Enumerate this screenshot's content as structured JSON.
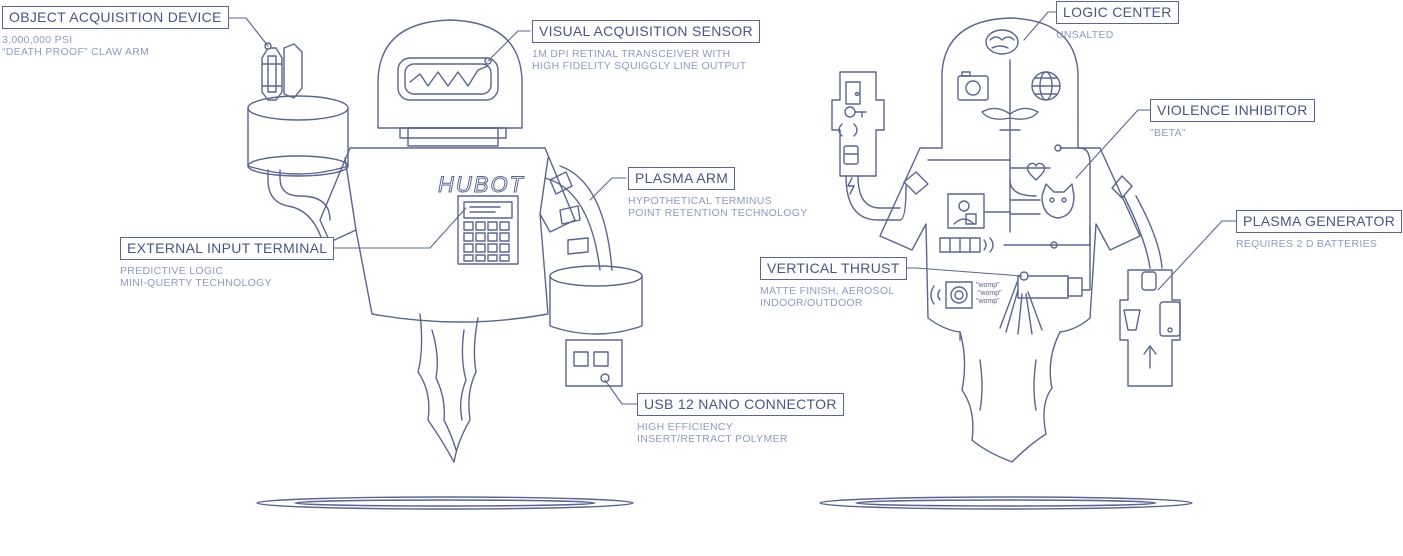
{
  "left_robot": {
    "logo_text": "HUBOT",
    "callouts": {
      "object_acquisition": {
        "title": "OBJECT ACQUISITION DEVICE",
        "lines": [
          "3,000,000 PSI",
          "“DEATH PROOF” CLAW ARM"
        ]
      },
      "visual_acquisition": {
        "title": "VISUAL ACQUISITION SENSOR",
        "lines": [
          "1M DPI RETINAL TRANSCEIVER WITH",
          "HIGH FIDELITY SQUIGGLY LINE OUTPUT"
        ]
      },
      "plasma_arm": {
        "title": "PLASMA ARM",
        "lines": [
          "HYPOTHETICAL TERMINUS",
          "POINT RETENTION TECHNOLOGY"
        ]
      },
      "external_input": {
        "title": "EXTERNAL INPUT TERMINAL",
        "lines": [
          "PREDICTIVE LOGIC",
          "MINI-QUERTY TECHNOLOGY"
        ]
      },
      "usb": {
        "title": "USB 12 NANO CONNECTOR",
        "lines": [
          "HIGH EFFICIENCY",
          "INSERT/RETRACT POLYMER"
        ]
      }
    }
  },
  "right_robot": {
    "womp_text": [
      "\"womp\"",
      "\"womp\"",
      "\"womp\""
    ],
    "callouts": {
      "logic_center": {
        "title": "LOGIC CENTER",
        "lines": [
          "UNSALTED"
        ]
      },
      "violence_inhibitor": {
        "title": "VIOLENCE INHIBITOR",
        "lines": [
          "\"BETA\""
        ]
      },
      "plasma_generator": {
        "title": "PLASMA GENERATOR",
        "lines": [
          "REQUIRES 2 D BATTERIES"
        ]
      },
      "vertical_thrust": {
        "title": "VERTICAL THRUST",
        "lines": [
          "MATTE FINISH, AEROSOL",
          "INDOOR/OUTDOOR"
        ]
      }
    }
  },
  "colors": {
    "line": "#5b6590",
    "title_text": "#4b5586",
    "sub_text": "#8f9ac2"
  },
  "icons": [
    "door-icon",
    "key-icon",
    "battery-icon",
    "camera-icon",
    "brain-icon",
    "globe-icon",
    "heart-icon",
    "cat-icon",
    "phone-icon",
    "cup-icon",
    "usb-icon",
    "speaker-icon",
    "film-icon",
    "lightning-icon"
  ]
}
